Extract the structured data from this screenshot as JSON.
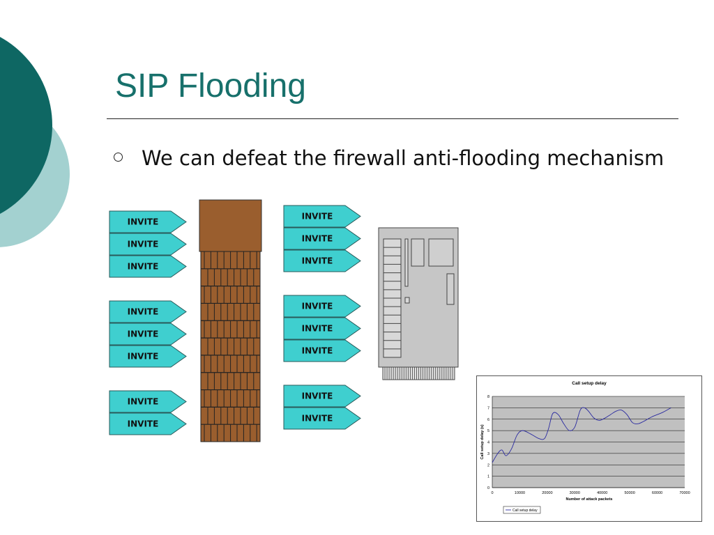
{
  "slide": {
    "title": "SIP Flooding",
    "bullet": "We can defeat the firewall anti-flooding mechanism"
  },
  "colors": {
    "accent": "#17706b",
    "circle_dark": "#0e6763",
    "circle_light": "#a3d1d0",
    "packet_fill": "#3fcfcf",
    "brick": "#9a5e2e",
    "server": "#c6c6c6"
  },
  "diagram": {
    "packet_label": "INVITE",
    "left_groups": [
      3,
      3,
      2
    ],
    "right_groups": [
      3,
      3,
      2
    ],
    "firewall_icon": "brick-wall-icon",
    "server_icon": "server-icon"
  },
  "chart_data": {
    "type": "line",
    "title": "Call setup delay",
    "xlabel": "Number of attack packets",
    "ylabel": "Call setup delay (s)",
    "xlim": [
      0,
      70000
    ],
    "ylim": [
      0,
      8
    ],
    "xticks": [
      0,
      10000,
      20000,
      30000,
      40000,
      50000,
      60000,
      70000
    ],
    "yticks": [
      0,
      1,
      2,
      3,
      4,
      5,
      6,
      7,
      8
    ],
    "grid": true,
    "legend": "bottom-left",
    "series": [
      {
        "name": "Call setup delay",
        "x": [
          0,
          2000,
          3500,
          5000,
          7000,
          9000,
          11000,
          14000,
          17000,
          19000,
          20500,
          22000,
          24000,
          26000,
          28000,
          30000,
          32000,
          33500,
          35000,
          37000,
          39000,
          41000,
          43000,
          45000,
          47000,
          49000,
          51000,
          53000,
          55000,
          58000,
          62000,
          65000
        ],
        "y": [
          2.2,
          3.0,
          3.3,
          2.8,
          3.4,
          4.6,
          5.0,
          4.7,
          4.3,
          4.3,
          5.2,
          6.5,
          6.4,
          5.6,
          5.0,
          5.3,
          6.8,
          7.0,
          6.7,
          6.1,
          5.9,
          6.1,
          6.4,
          6.7,
          6.8,
          6.4,
          5.7,
          5.6,
          5.8,
          6.2,
          6.6,
          7.0
        ]
      }
    ]
  }
}
